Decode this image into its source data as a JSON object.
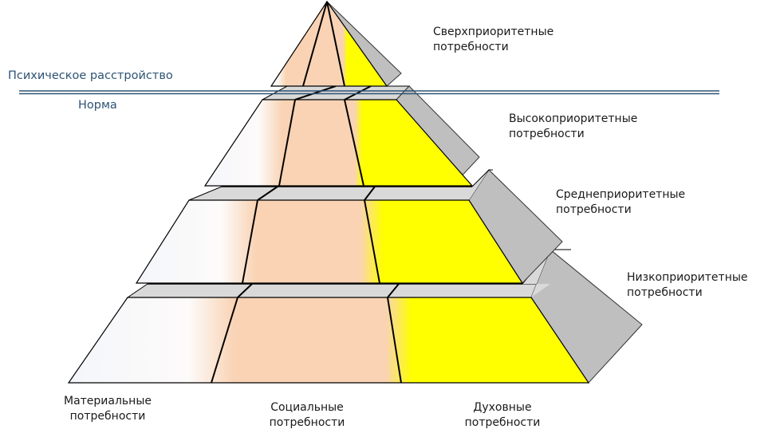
{
  "diagram": {
    "type": "pyramid",
    "boundary": {
      "above_label": "Психическое расстройство",
      "below_label": "Норма",
      "line_color": "#2e5373"
    },
    "tiers": [
      {
        "id": "super",
        "line1": "Сверхприоритетные",
        "line2": "потребности"
      },
      {
        "id": "high",
        "line1": "Высокоприоритетные",
        "line2": "потребности"
      },
      {
        "id": "medium",
        "line1": "Среднеприоритетные",
        "line2": "потребности"
      },
      {
        "id": "low",
        "line1": "Низкоприоритетные",
        "line2": "потребности"
      }
    ],
    "columns": [
      {
        "id": "material",
        "line1": "Материальные",
        "line2": "потребности",
        "color": "#f4f6fb"
      },
      {
        "id": "social",
        "line1": "Социальные",
        "line2": "потребности",
        "color": "#f9d3b4"
      },
      {
        "id": "spiritual",
        "line1": "Духовные",
        "line2": "потребности",
        "color": "#ffff00"
      }
    ],
    "colors": {
      "shelf": "#d9d9d9",
      "side": "#bfbfbf",
      "outline": "#000000"
    }
  }
}
